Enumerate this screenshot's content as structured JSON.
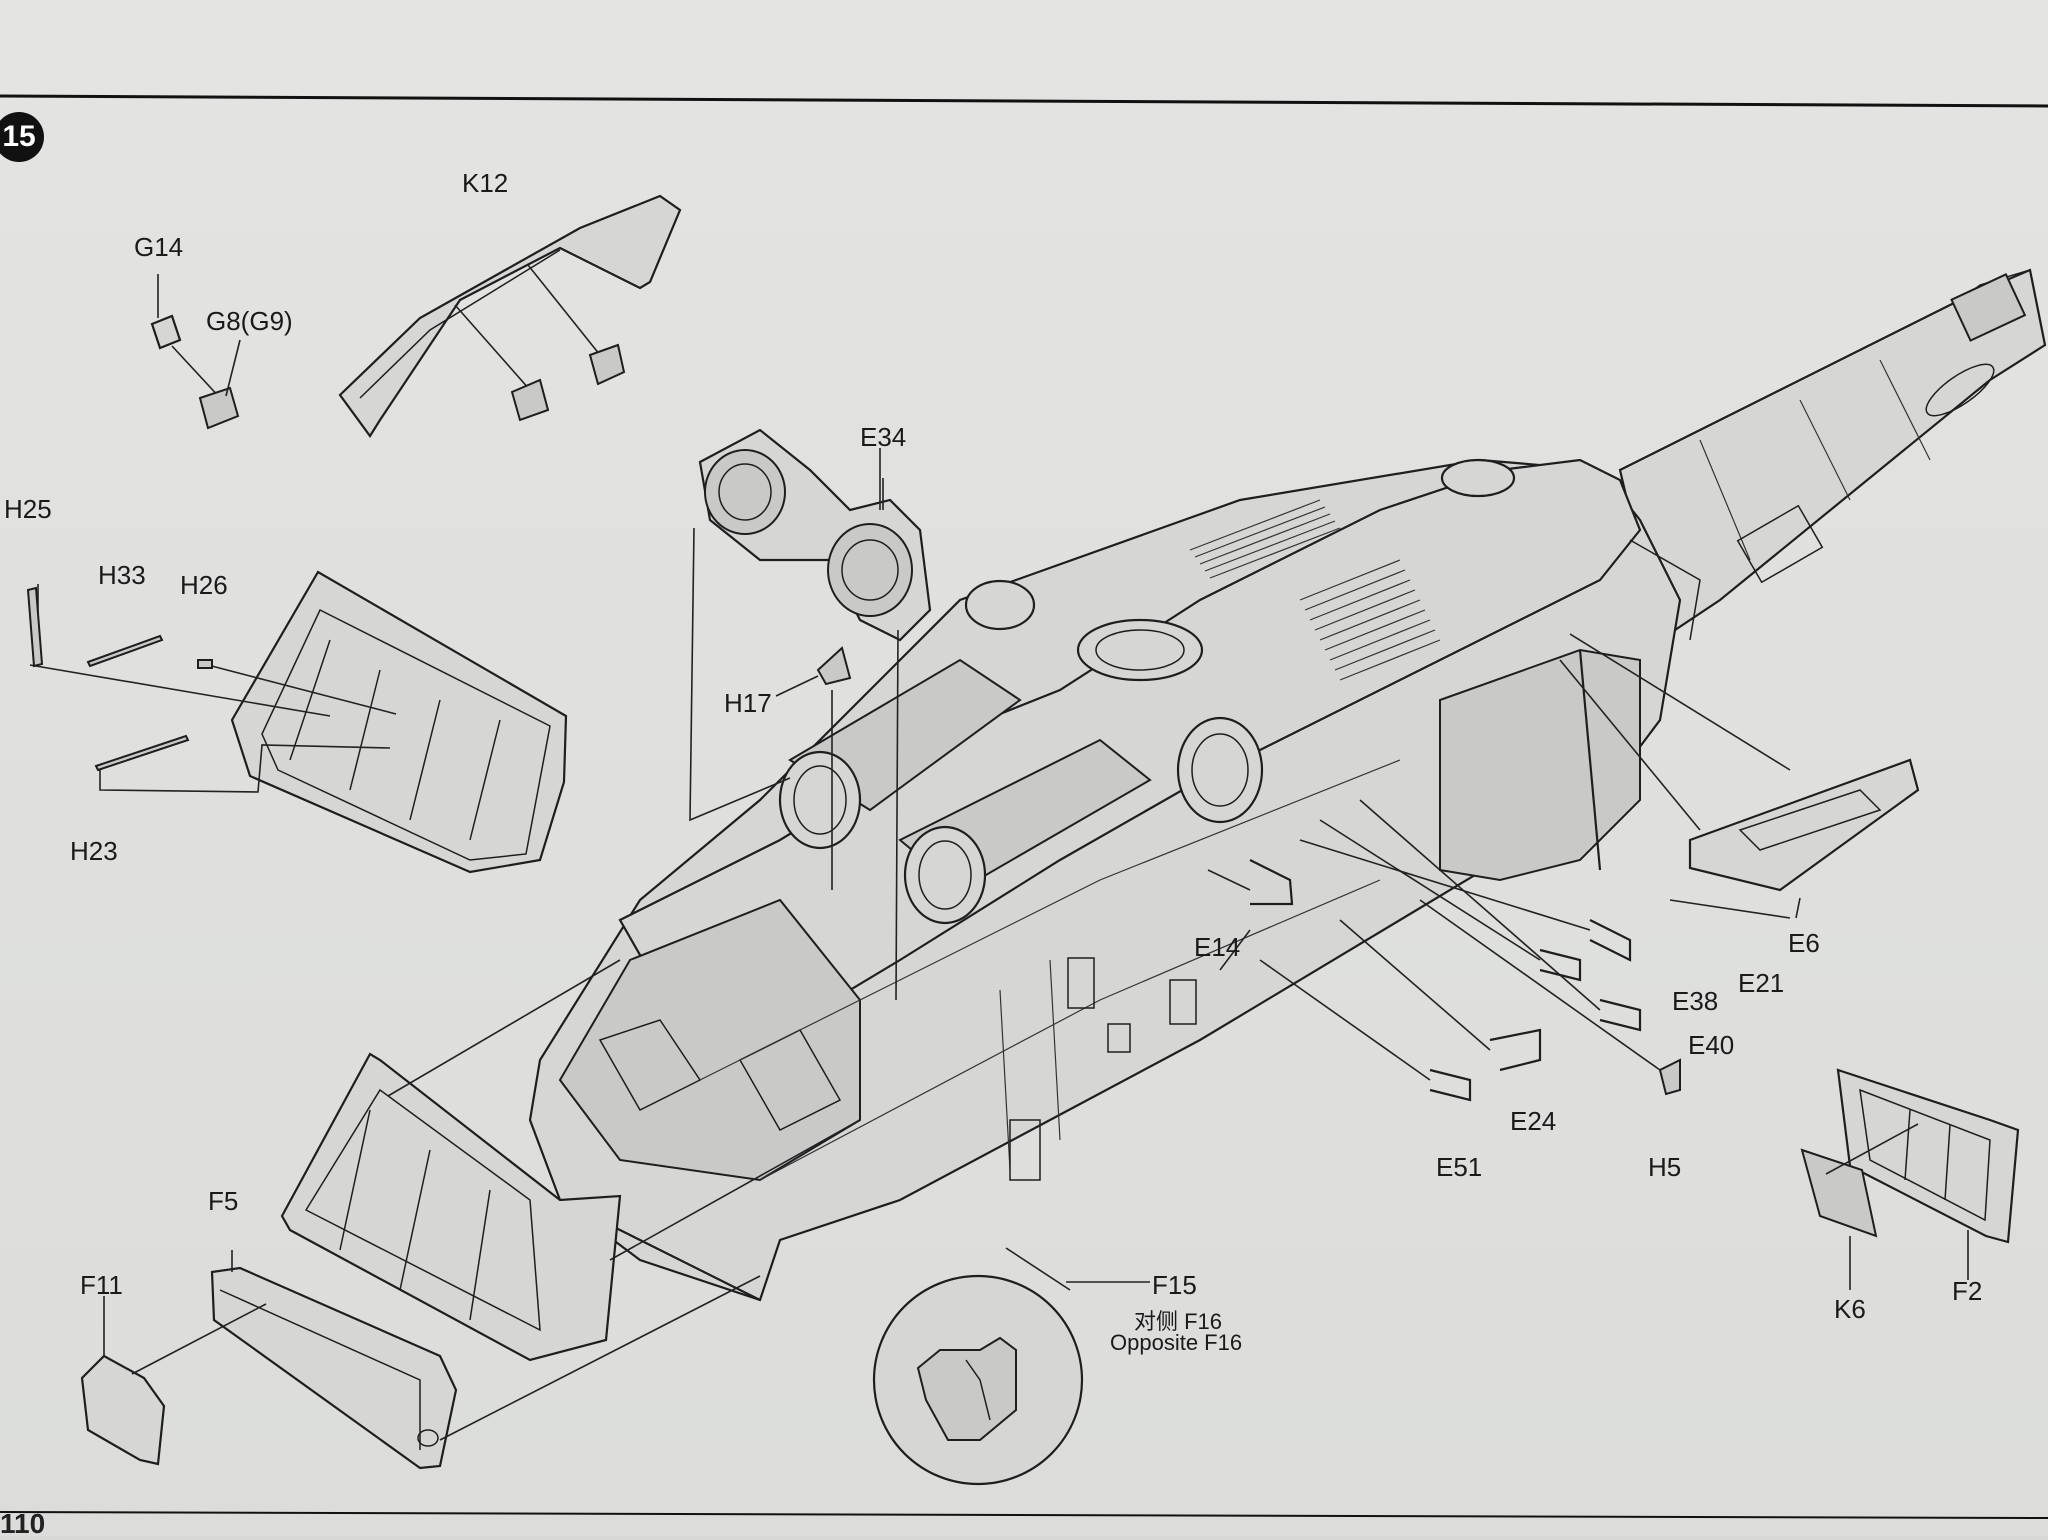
{
  "step_number": "15",
  "page_number": "110",
  "parts": {
    "k12": "K12",
    "g14": "G14",
    "g8": "G8(G9)",
    "h25": "H25",
    "h33": "H33",
    "h26": "H26",
    "h23": "H23",
    "e34": "E34",
    "h17": "H17",
    "e14": "E14",
    "e6": "E6",
    "e21": "E21",
    "e38": "E38",
    "e40": "E40",
    "e24": "E24",
    "e51": "E51",
    "h5": "H5",
    "k6": "K6",
    "f2": "F2",
    "f5": "F5",
    "f11": "F11",
    "f15": "F15"
  },
  "notes": {
    "opposite_cn": "对侧 F16",
    "opposite_en": "Opposite F16"
  }
}
